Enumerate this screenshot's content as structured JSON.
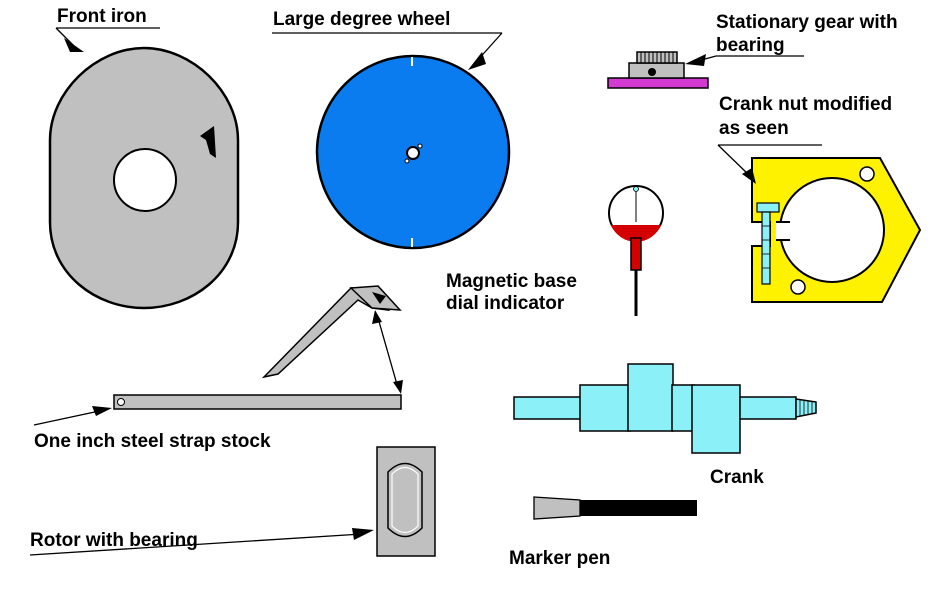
{
  "labels": {
    "front_iron": "Front iron",
    "large_degree_wheel": "Large degree wheel",
    "stationary_gear_line1": "Stationary gear with",
    "stationary_gear_line2": "bearing",
    "crank_nut_line1": "Crank nut modified",
    "crank_nut_line2": "as seen",
    "magnetic_base_line1": "Magnetic base",
    "magnetic_base_line2": "dial indicator",
    "steel_strap": "One inch steel strap stock",
    "crank": "Crank",
    "rotor": "Rotor with bearing",
    "marker_pen": "Marker pen"
  },
  "colors": {
    "gray": "#c0c0c0",
    "blue": "#0a7cf0",
    "magenta": "#d23ad2",
    "yellow": "#fff200",
    "cyan": "#8cf0f8",
    "red": "#d40000",
    "black": "#000000",
    "white": "#ffffff"
  }
}
